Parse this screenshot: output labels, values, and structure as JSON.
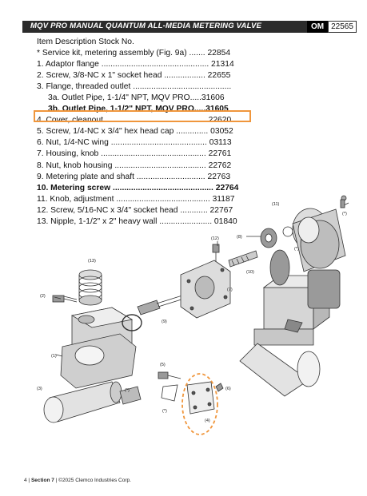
{
  "header": {
    "title": "MQV PRO MANUAL QUANTUM ALL-MEDIA METERING VALVE",
    "badge": "OM",
    "number": "22565"
  },
  "parts_list": {
    "heading": "Item Description Stock No.",
    "rows": [
      "* Service kit, metering assembly (Fig. 9a) ....... 22854",
      "1. Adaptor flange ............................................... 21314",
      "2. Screw, 3/8-NC x 1\" socket head .................. 22655",
      "3. Flange, threaded outlet ...........................................",
      "3a. Outlet Pipe, 1-1/4\" NPT, MQV PRO.....31606",
      "3b. Outlet Pipe, 1-1/2\" NPT, MQV PRO.....31605",
      "4. Cover, cleanout ............................................ 22620",
      "5. Screw, 1/4-NC x 3/4\" hex head cap .............. 03052",
      "6. Nut, 1/4-NC wing .......................................... 03113",
      "7. Housing, knob .............................................. 22761",
      "8. Nut, knob housing ........................................ 22762",
      "9. Metering plate and shaft .............................. 22763",
      "10. Metering screw ............................................ 22764",
      "11. Knob, adjustment ......................................... 31187",
      "12. Screw, 5/16-NC x 3/4\" socket head ............ 22767",
      "13. Nipple, 1-1/2\" x 2\" heavy wall ....................... 01840"
    ]
  },
  "callouts": {
    "c1": "(1)",
    "c2": "(2)",
    "c3": "(3)",
    "c4": "(4)",
    "c5": "(5)",
    "c6": "(6)",
    "c7": "(7)",
    "c8": "(8)",
    "c9": "(9)",
    "c10": "(10)",
    "c11": "(11)",
    "c12": "(12)",
    "c13": "(13)",
    "star": "(*)"
  },
  "footer": {
    "page": "4",
    "section": "Section 7",
    "copyright": "©2025 Clemco Industries Corp."
  },
  "colors": {
    "highlight": "#f0963c",
    "header_bg": "#2b2b2b"
  }
}
